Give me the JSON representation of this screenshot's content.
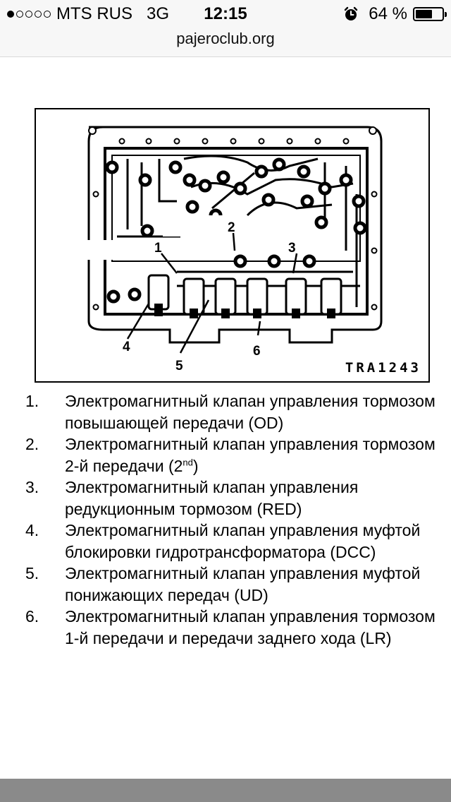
{
  "status_bar": {
    "carrier": "MTS RUS",
    "network": "3G",
    "time": "12:15",
    "battery_percent": "64 %",
    "battery_level": 0.64,
    "signal_bars_filled": 1,
    "signal_bars_total": 5,
    "alarm_icon": "alarm-clock-icon"
  },
  "browser": {
    "url": "pajeroclub.org"
  },
  "diagram": {
    "callouts": [
      "1",
      "2",
      "3",
      "4",
      "5",
      "6"
    ],
    "code": "TRA1243"
  },
  "legend": [
    {
      "num": "1.",
      "text": "Электромагнитный клапан управления тормозом повышающей передачи (OD)"
    },
    {
      "num": "2.",
      "text_before": "Электромагнитный клапан управления тормозом 2-й передачи (2",
      "sup": "nd",
      "text_after": ")"
    },
    {
      "num": "3.",
      "text": "Электромагнитный клапан управления редукционным тормозом (RED)"
    },
    {
      "num": "4.",
      "text": "Электромагнитный клапан управления муфтой блокировки гидротрансформатора (DCC)"
    },
    {
      "num": "5.",
      "text": "Электромагнитный клапан управления муфтой понижающих передач (UD)"
    },
    {
      "num": "6.",
      "text": "Электромагнитный клапан управления тормозом 1-й передачи и передачи заднего хода (LR)"
    }
  ]
}
